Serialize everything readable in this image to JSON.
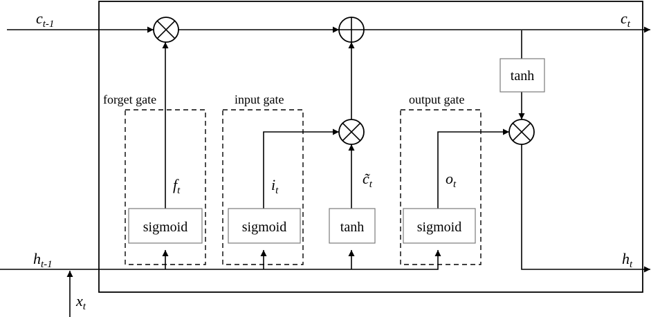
{
  "labels": {
    "c_prev": "c",
    "c_prev_sub": "t-1",
    "c_t": "c",
    "c_t_sub": "t",
    "h_prev": "h",
    "h_prev_sub": "t-1",
    "h_t": "h",
    "h_t_sub": "t",
    "x_t": "x",
    "x_t_sub": "t",
    "f_t": "f",
    "f_t_sub": "t",
    "i_t": "i",
    "i_t_sub": "t",
    "c_tilde": "c̃",
    "c_tilde_sub": "t",
    "o_t": "o",
    "o_t_sub": "t"
  },
  "gates": {
    "forget": "forget gate",
    "input": "input gate",
    "output": "output gate"
  },
  "blocks": {
    "sigmoid_forget": "sigmoid",
    "sigmoid_input": "sigmoid",
    "tanh_candidate": "tanh",
    "sigmoid_output": "sigmoid",
    "tanh_cell": "tanh"
  },
  "operators": {
    "multiply": "⊗",
    "add": "⊕"
  }
}
